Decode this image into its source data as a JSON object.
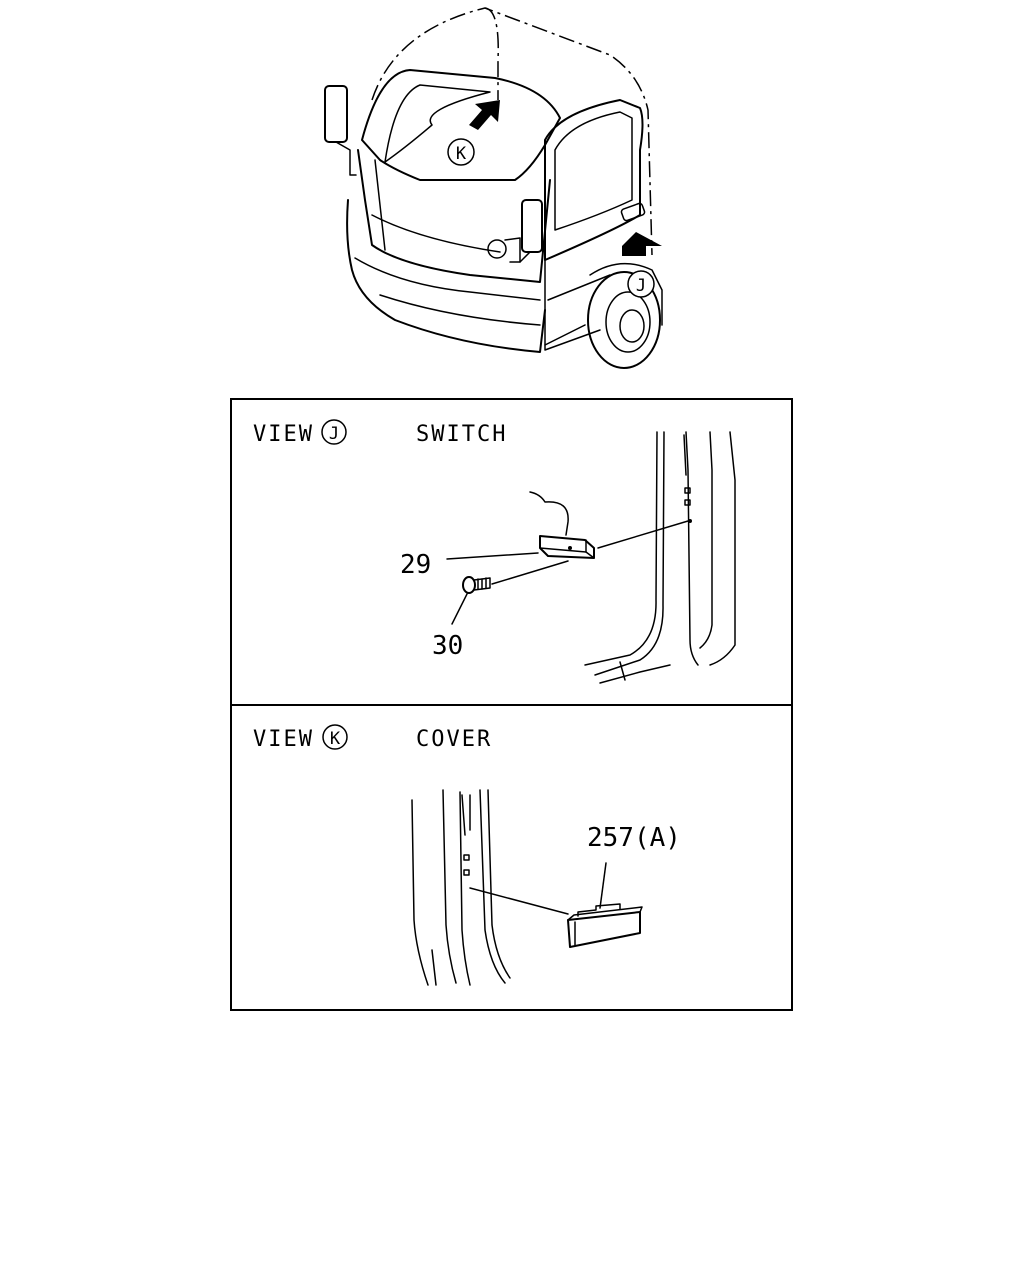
{
  "overview": {
    "marker_k": "K",
    "marker_j": "J"
  },
  "panels": [
    {
      "view_word": "VIEW",
      "view_letter": "J",
      "title": "SWITCH"
    },
    {
      "view_word": "VIEW",
      "view_letter": "K",
      "title": "COVER"
    }
  ],
  "callouts": {
    "switch_part": "29",
    "screw_part": "30",
    "cover_part": "257(A)"
  }
}
